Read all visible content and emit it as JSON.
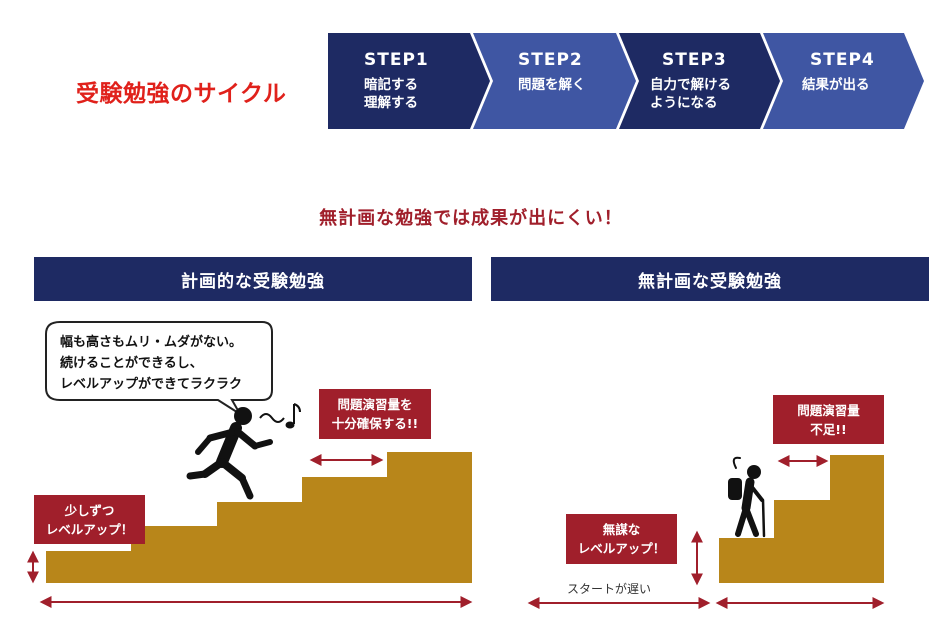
{
  "cycle": {
    "title": "受験勉強のサイクル",
    "steps": [
      {
        "label": "STEP1",
        "lines": [
          "暗記する",
          "理解する"
        ]
      },
      {
        "label": "STEP2",
        "lines": [
          "問題を解く"
        ]
      },
      {
        "label": "STEP3",
        "lines": [
          "自力で解ける",
          "ようになる"
        ]
      },
      {
        "label": "STEP4",
        "lines": [
          "結果が出る"
        ]
      }
    ]
  },
  "headline": "無計画な勉強では成果が出にくい！",
  "planned": {
    "title": "計画的な受験勉強",
    "bubble_lines": [
      "幅も高さもムリ・ムダがない。",
      "続けることができるし、",
      "レベルアップができてラクラク"
    ],
    "tag_small_step": [
      "少しずつ",
      "レベルアップ！"
    ],
    "tag_practice": [
      "問題演習量を",
      "十分確保する!!"
    ]
  },
  "unplanned": {
    "title": "無計画な受験勉強",
    "tag_practice": [
      "問題演習量",
      "不足!!"
    ],
    "tag_reckless": [
      "無謀な",
      "レベルアップ！"
    ],
    "late_start": "スタートが遅い"
  },
  "colors": {
    "navy": "#1e2a63",
    "step_blue": "#3f56a3",
    "gold": "#b8861a",
    "maroon": "#a01f2b",
    "red": "#e0211b"
  },
  "icons": [
    "running-person-icon",
    "music-note-icon",
    "hiker-icon"
  ]
}
